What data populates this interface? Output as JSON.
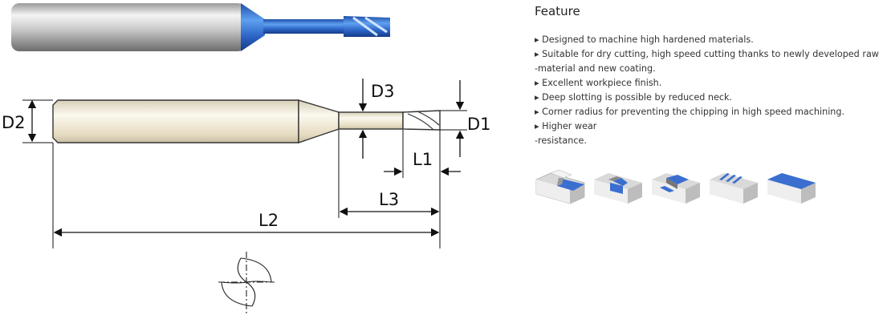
{
  "feature": {
    "title": "Feature",
    "items": [
      "▸ Designed to machine high hardened materials.",
      "▸ Suitable for dry cutting, high speed cutting thanks to newly developed raw",
      "-material and new coating.",
      "▸ Excellent workpiece finish.",
      "▸ Deep slotting is possible by reduced neck.",
      "▸ Corner radius for preventing the chipping in high speed machining.",
      "▸ Higher wear",
      "-resistance."
    ]
  },
  "drawing": {
    "labels": {
      "d1": "D1",
      "d2": "D2",
      "d3": "D3",
      "l1": "L1",
      "l2": "L2",
      "l3": "L3"
    }
  },
  "colors": {
    "coating_blue": "#2f6fc9",
    "shank_light": "#f2ecd9",
    "icon_blue": "#3a6fcf"
  },
  "icons": [
    "step-milling-icon",
    "slot-milling-icon",
    "pocket-milling-icon",
    "multi-groove-icon",
    "face-milling-icon"
  ]
}
